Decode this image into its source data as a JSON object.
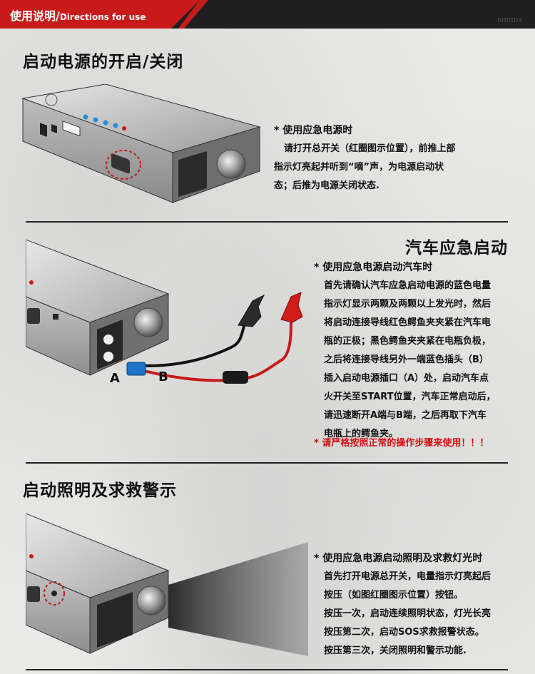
{
  "header": {
    "title_cn": "使用说明",
    "slash": "/",
    "title_en": "Directions for use",
    "brand": "SHINDA"
  },
  "section1": {
    "title": "启动电源的开启/关闭",
    "heading": "* 使用应急电源时",
    "lines": [
      "请打开总开关（红圈图示位置），前推上部",
      "指示灯亮起并听到“嘀”声，为电源启动状",
      "态；后推为电源关闭状态."
    ]
  },
  "section2": {
    "title": "汽车应急启动",
    "heading": "* 使用应急电源启动汽车时",
    "lines": [
      "首先请确认汽车应急启动电源的蓝色电量",
      "指示灯显示两颗及两颗以上发光时，然后",
      "将启动连接导线红色鳄鱼夹夹紧在汽车电",
      "瓶的正极；黑色鳄鱼夹夹紧在电瓶负极，",
      "之后将连接导线另外一端蓝色插头（B）",
      "插入启动电源插口（A）处，启动汽车点",
      "火开关至START位置，汽车正常启动后，",
      "请迅速断开A端与B端，之后再取下汽车",
      "电瓶上的鳄鱼夹。"
    ],
    "warning": "* 请严格按照正常的操作步骤来使用！！！",
    "label_a": "A",
    "label_b": "B"
  },
  "section3": {
    "title": "启动照明及求救警示",
    "heading": "* 使用应急电源启动照明及求救灯光时",
    "lines": [
      "首先打开电源总开关，电量指示灯亮起后",
      "按压（如图红圈图示位置）按钮。",
      "按压一次，启动连续照明状态，灯光长亮",
      "按压第二次，启动SOS求救报警状态。",
      "按压第三次，关闭照明和警示功能."
    ]
  },
  "colors": {
    "accent_red": "#c81a1a",
    "header_dark": "#1f1f1f",
    "indicator_blue": "#2a8fd8",
    "warning_red": "#d41010"
  }
}
